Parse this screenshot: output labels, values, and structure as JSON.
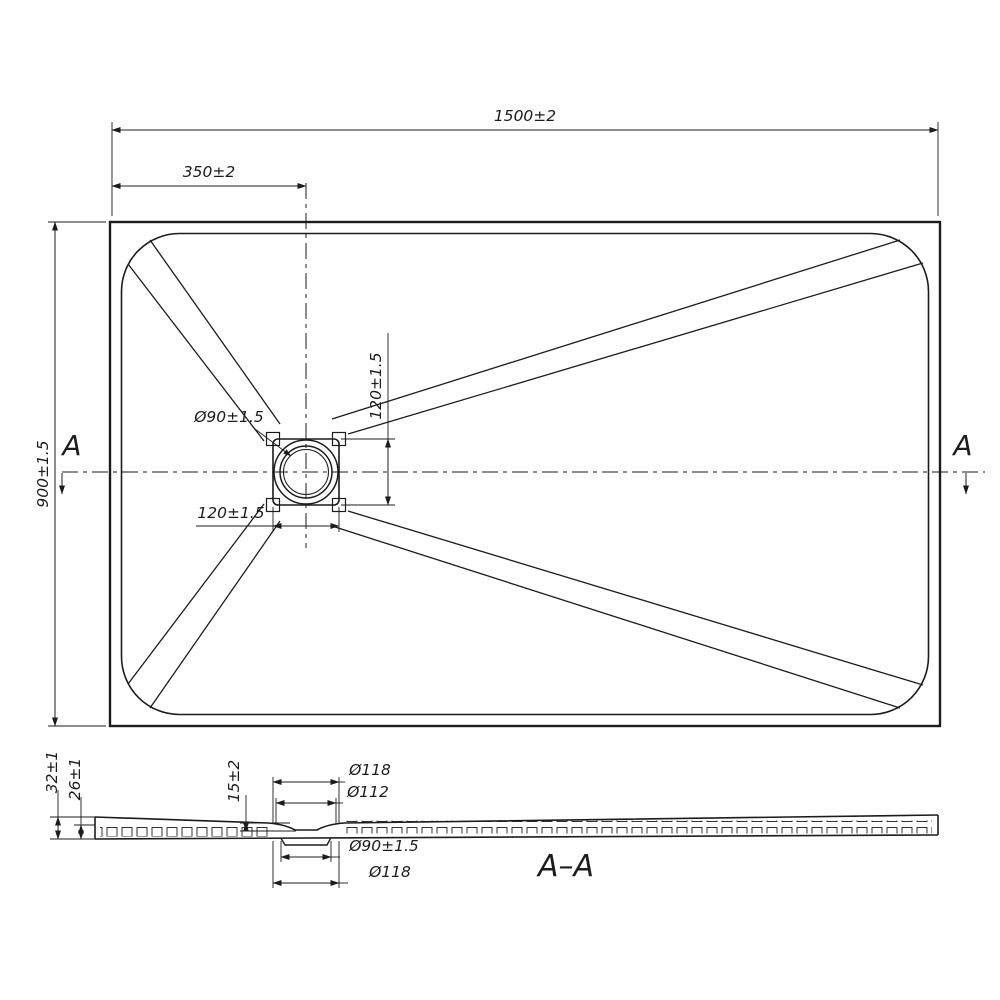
{
  "colors": {
    "ink": "#1c1c1c",
    "paper": "#ffffff"
  },
  "plan": {
    "dim_width": "1500±2",
    "dim_drain_x": "350±2",
    "dim_depth": "900±1.5",
    "dim_drain_sq_v": "120±1.5",
    "dim_drain_sq_h": "120±1.5",
    "dim_drain_dia": "Ø90±1.5",
    "section_letter_left": "A",
    "section_letter_right": "A"
  },
  "section": {
    "title": "A–A",
    "dim_total_height": "32±1",
    "dim_edge_height": "26±1",
    "dim_recess_depth": "15±2",
    "dim_flange_top_outer": "Ø118",
    "dim_flange_top_inner": "Ø112",
    "dim_drain_hole": "Ø90±1.5",
    "dim_flange_bottom": "Ø118"
  }
}
